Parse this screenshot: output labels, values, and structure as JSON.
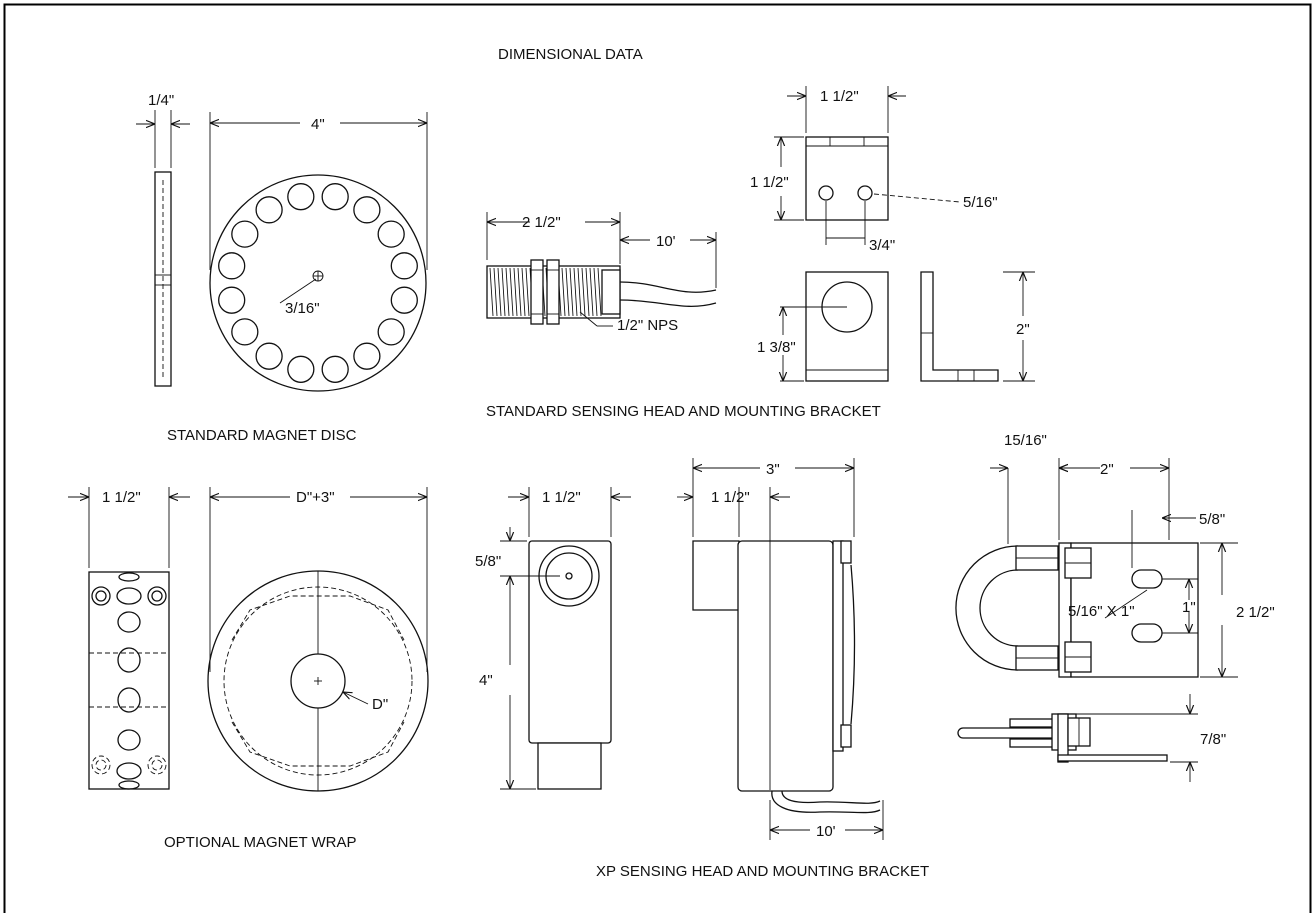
{
  "titles": {
    "main": "DIMENSIONAL DATA",
    "magnet_disc": "STANDARD MAGNET DISC",
    "sensing_head": "STANDARD SENSING HEAD AND MOUNTING BRACKET",
    "magnet_wrap": "OPTIONAL MAGNET WRAP",
    "xp_head": "XP SENSING HEAD AND MOUNTING BRACKET"
  },
  "disc": {
    "thickness": "1/4\"",
    "diameter": "4\"",
    "hole": "3/16\""
  },
  "head": {
    "length": "2 1/2\"",
    "cable": "10'",
    "thread": "1/2\" NPS"
  },
  "bracket": {
    "width": "1 1/2\"",
    "height": "1 1/2\"",
    "hole": "5/16\"",
    "spacing": "3/4\"",
    "hole_height": "1 3/8\"",
    "side_height": "2\""
  },
  "wrap": {
    "width": "1 1/2\"",
    "outer": "D\"+3\"",
    "inner": "D\""
  },
  "xp": {
    "width": "1 1/2\"",
    "top_offset": "5/8\"",
    "height": "4\"",
    "body_width": "3\"",
    "inner_width": "1 1/2\"",
    "cable": "10'"
  },
  "xp_bracket": {
    "offset": "15/16\"",
    "width": "2\"",
    "slot_offset": "5/8\"",
    "slot": "5/16\" X 1\"",
    "slot_spacing": "1\"",
    "height": "2 1/2\"",
    "depth": "7/8\""
  },
  "colors": {
    "line": "#111111",
    "frame": "#000000",
    "background": "#ffffff"
  }
}
